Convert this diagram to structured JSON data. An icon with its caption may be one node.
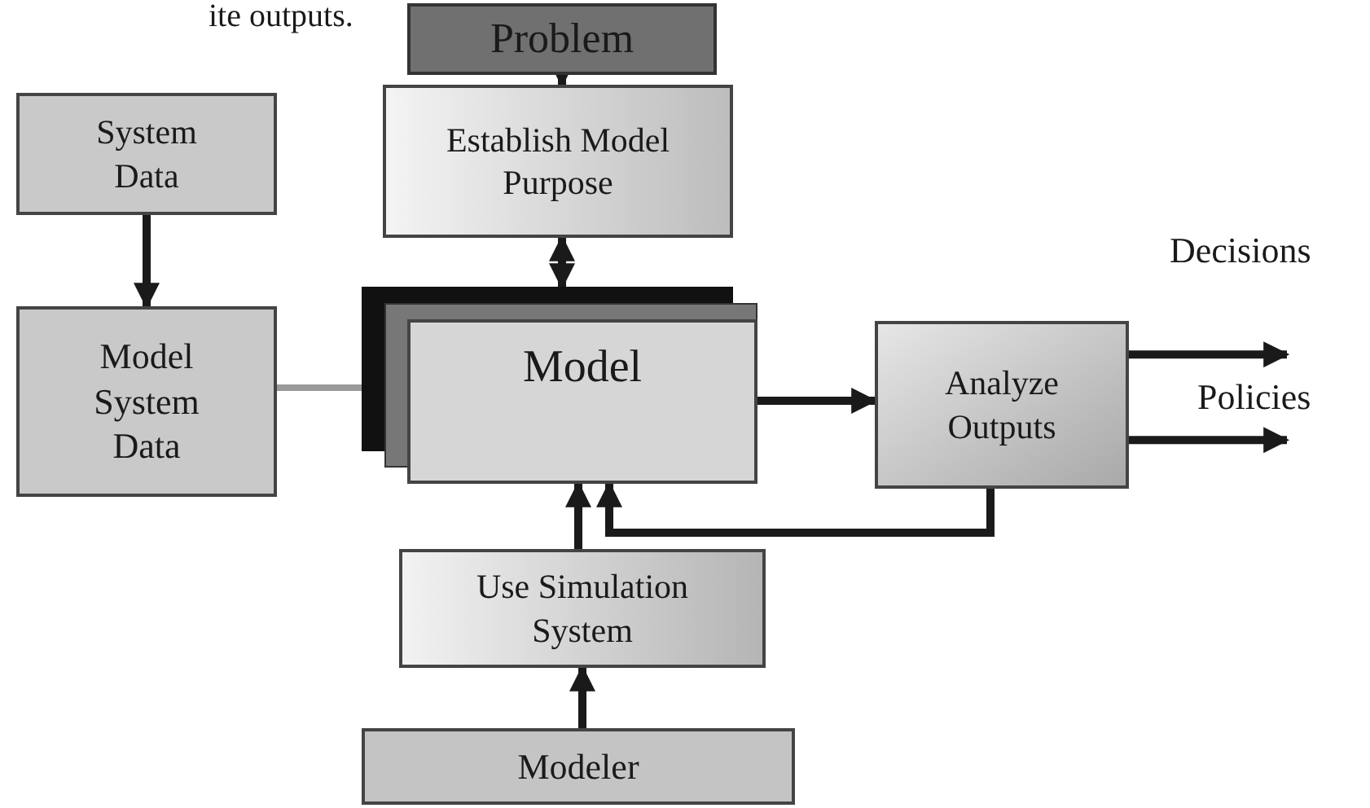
{
  "diagram": {
    "nodes": [
      {
        "text": [
          "Problem"
        ]
      },
      {
        "text": [
          "Establish Model Purpose"
        ]
      },
      {
        "text": [
          "System Data"
        ]
      },
      {
        "text": [
          "Model System Data"
        ]
      },
      {
        "text": [
          "Model"
        ]
      },
      {
        "text": [
          "Analyze Outputs"
        ]
      },
      {
        "text": [
          "Use Simulation System"
        ]
      },
      {
        "text": [
          "Modeler"
        ]
      }
    ],
    "edges": [
      {
        "from": 0,
        "to": 1,
        "arrow": "to"
      },
      {
        "from": 1,
        "to": 4,
        "arrow": "both"
      },
      {
        "from": 2,
        "to": 3,
        "arrow": "to"
      },
      {
        "from": 3,
        "to": 4,
        "arrow": "none",
        "color": "#9a9a9a"
      },
      {
        "from": 4,
        "to": 5,
        "arrow": "to"
      },
      {
        "from": 5,
        "to": null,
        "arrow": "to",
        "label": "Decisions"
      },
      {
        "from": 5,
        "to": null,
        "arrow": "to",
        "label": "Policies"
      },
      {
        "from": 5,
        "to": 4,
        "arrow": "to"
      },
      {
        "from": 6,
        "to": 4,
        "arrow": "to"
      },
      {
        "from": 7,
        "to": 6,
        "arrow": "to"
      }
    ],
    "labels": [
      "ite outputs."
    ]
  }
}
